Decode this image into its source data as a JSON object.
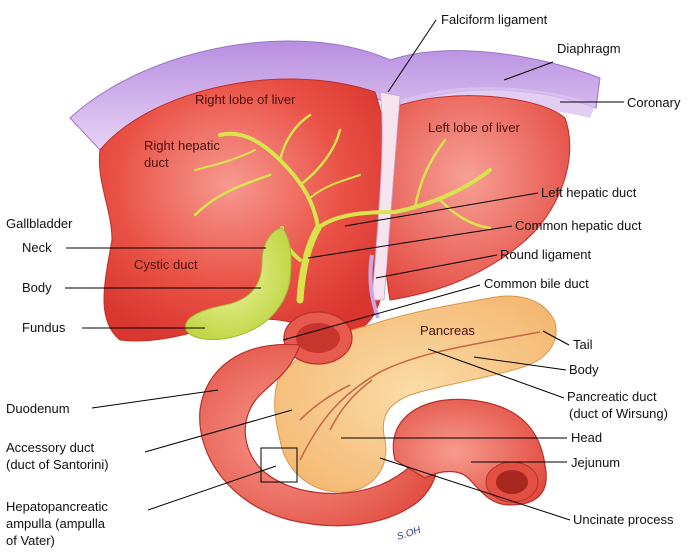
{
  "labels": {
    "falciform": "Falciform ligament",
    "diaphragm": "Diaphragm",
    "coronary": "Coronary",
    "right_lobe": "Right lobe of liver",
    "left_lobe": "Left lobe of liver",
    "right_hepatic_1": "Right hepatic",
    "right_hepatic_2": "duct",
    "gallbladder": "Gallbladder",
    "neck": "Neck",
    "cystic": "Cystic duct",
    "body_gb": "Body",
    "fundus": "Fundus",
    "left_hepatic": "Left hepatic duct",
    "common_hepatic": "Common hepatic duct",
    "round_lig": "Round ligament",
    "common_bile": "Common bile duct",
    "pancreas": "Pancreas",
    "tail": "Tail",
    "body_pan": "Body",
    "pan_duct_1": "Pancreatic duct",
    "pan_duct_2": "(duct of Wirsung)",
    "duodenum": "Duodenum",
    "accessory_1": "Accessory duct",
    "accessory_2": "(duct of Santorini)",
    "head": "Head",
    "jejunum": "Jejunum",
    "ampulla_1": "Hepatopancreatic",
    "ampulla_2": "ampulla (ampulla",
    "ampulla_3": "of Vater)",
    "uncinate": "Uncinate process",
    "signature": "S.OH"
  },
  "colors": {
    "liver": "#e8453c",
    "liver_light": "#f4837a",
    "diaphragm": "#c9a8e6",
    "gallbladder": "#cde05a",
    "bile_duct": "#d8e04a",
    "pancreas": "#f7c27a",
    "duodenum": "#ec6a5d",
    "falciform": "#f6e3ee"
  }
}
